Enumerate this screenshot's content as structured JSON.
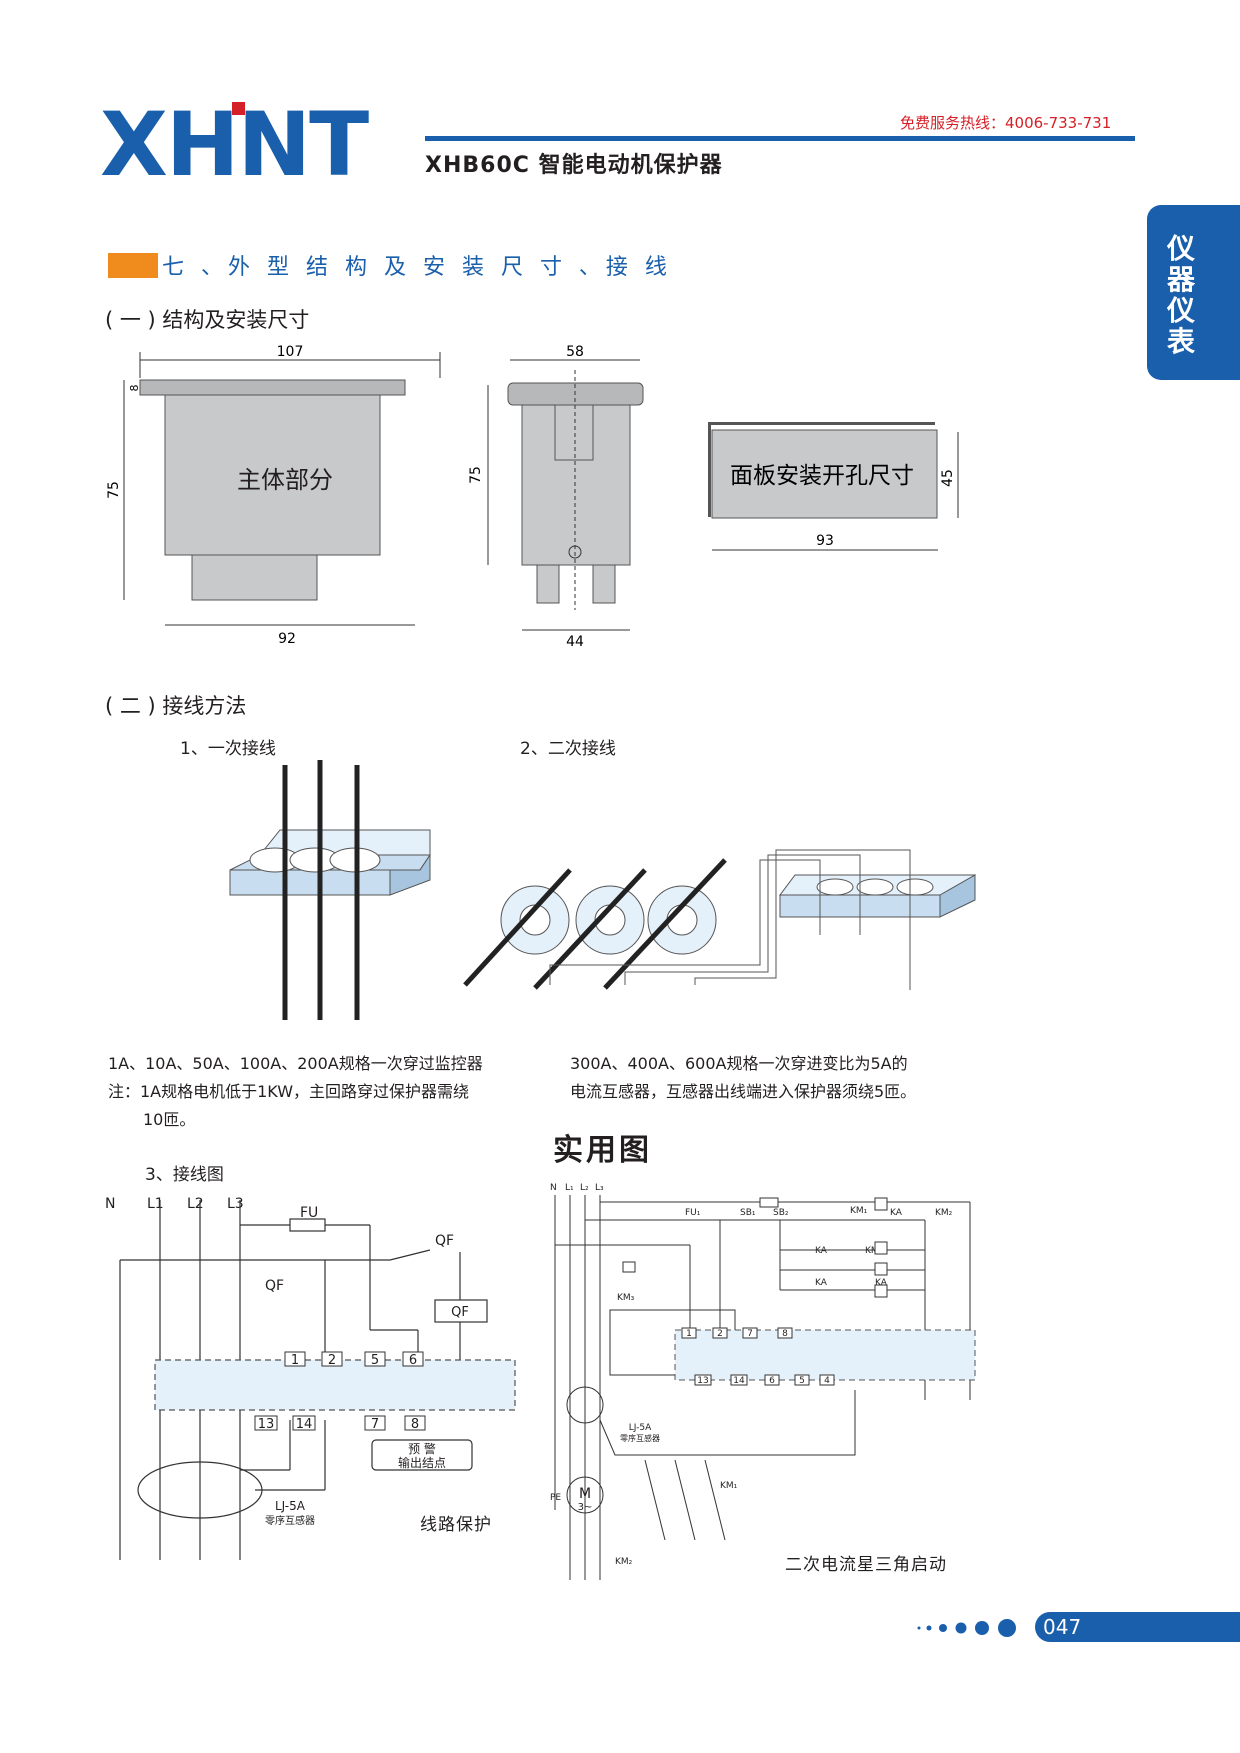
{
  "header": {
    "logo_text": "XHNT",
    "hotline": "免费服务热线：4006-733-731",
    "product_title": "XHB60C 智能电动机保护器",
    "side_tab": "仪器仪表"
  },
  "section": {
    "title": "七 、外 型 结 构 及 安 装 尺 寸 、接 线",
    "sub1": "( 一 ) 结构及安装尺寸",
    "sub2": "( 二 ) 接线方法"
  },
  "dimensions": {
    "front": {
      "width_top": "107",
      "flange": "8",
      "height": "75",
      "width_bottom": "92",
      "label": "主体部分"
    },
    "side": {
      "width_top": "58",
      "height": "75",
      "width_bottom": "44"
    },
    "panel": {
      "height": "45",
      "width": "93",
      "label": "面板安装开孔尺寸"
    }
  },
  "wiring": {
    "primary_title": "1、一次接线",
    "secondary_title": "2、二次接线",
    "primary_note_1": "1A、10A、50A、100A、200A规格一次穿过监控器",
    "primary_note_2": "注：1A规格电机低于1KW，主回路穿过保护器需绕",
    "primary_note_3": "10匝。",
    "secondary_note_1": "300A、400A、600A规格一次穿进变比为5A的",
    "secondary_note_2": "电流互感器，互感器出线端进入保护器须绕5匝。",
    "diagram_title": "3、接线图",
    "practical_title": "实用图"
  },
  "diagram_left": {
    "n": "N",
    "l1": "L1",
    "l2": "L2",
    "l3": "L3",
    "fu": "FU",
    "qf": "QF",
    "terminals_top": [
      "1",
      "2",
      "5",
      "6"
    ],
    "terminals_bottom": [
      "13",
      "14",
      "7",
      "8"
    ],
    "alarm_1": "预 警",
    "alarm_2": "输出结点",
    "ct": "LJ-5A",
    "ct_desc": "零序互感器",
    "caption": "线路保护"
  },
  "diagram_right": {
    "n": "N",
    "l1": "L₁",
    "l2": "L₂",
    "l3": "L₃",
    "fu": "FU₁",
    "sb1": "SB₁",
    "sb2": "SB₂",
    "km1": "KM₁",
    "km2": "KM₂",
    "km3": "KM₃",
    "ka": "KA",
    "terminals_top": [
      "1",
      "2",
      "7",
      "8"
    ],
    "terminals_bottom": [
      "13",
      "14",
      "6",
      "5",
      "4"
    ],
    "ct": "LJ-5A",
    "ct_desc": "零序互感器",
    "pe": "PE",
    "motor": "M",
    "motor_sub": "3~",
    "caption": "二次电流星三角启动"
  },
  "footer": {
    "page": "047"
  },
  "colors": {
    "brand_blue": "#1a5fab",
    "accent_orange": "#f08c1e",
    "hotline_red": "#d62027"
  }
}
